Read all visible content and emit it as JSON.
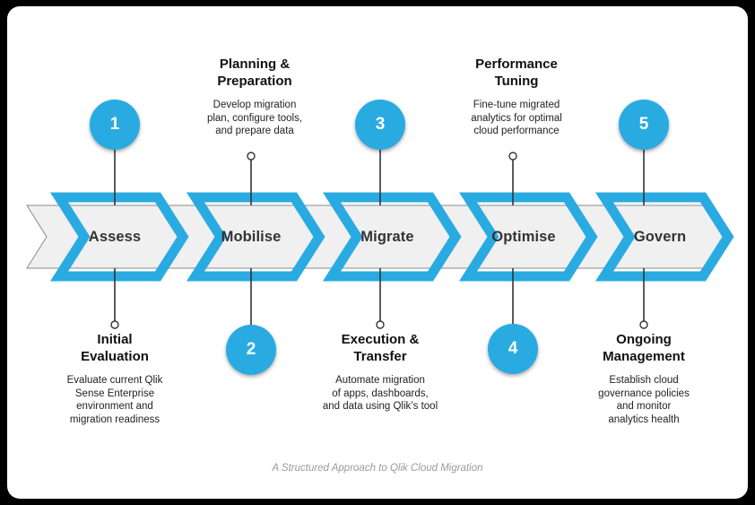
{
  "diagram": {
    "caption": "A Structured Approach to Qlik Cloud Migration",
    "colors": {
      "accent": "#29ABE2",
      "banner_fill": "#F0F0F0",
      "banner_stroke": "#808080",
      "text_dark": "#333333",
      "caption": "#9A9A9A",
      "page_background": "#000000",
      "card_background": "#FFFFFF"
    },
    "stages": [
      {
        "number": "1",
        "stage_label": "Assess",
        "position": "below",
        "title": "Initial\nEvaluation",
        "description": "Evaluate current Qlik\nSense Enterprise\nenvironment and\nmigration readiness"
      },
      {
        "number": "2",
        "stage_label": "Mobilise",
        "position": "above",
        "title": "Planning &\nPreparation",
        "description": "Develop migration\nplan, configure tools,\nand prepare data"
      },
      {
        "number": "3",
        "stage_label": "Migrate",
        "position": "below",
        "title": "Execution &\nTransfer",
        "description": "Automate migration\nof apps, dashboards,\nand data using Qlik’s  tool"
      },
      {
        "number": "4",
        "stage_label": "Optimise",
        "position": "above",
        "title": "Performance\nTuning",
        "description": "Fine-tune migrated\nanalytics for optimal\ncloud performance"
      },
      {
        "number": "5",
        "stage_label": "Govern",
        "position": "below",
        "title": "Ongoing\nManagement",
        "description": "Establish cloud\ngovernance policies\nand monitor\nanalytics health"
      }
    ]
  }
}
